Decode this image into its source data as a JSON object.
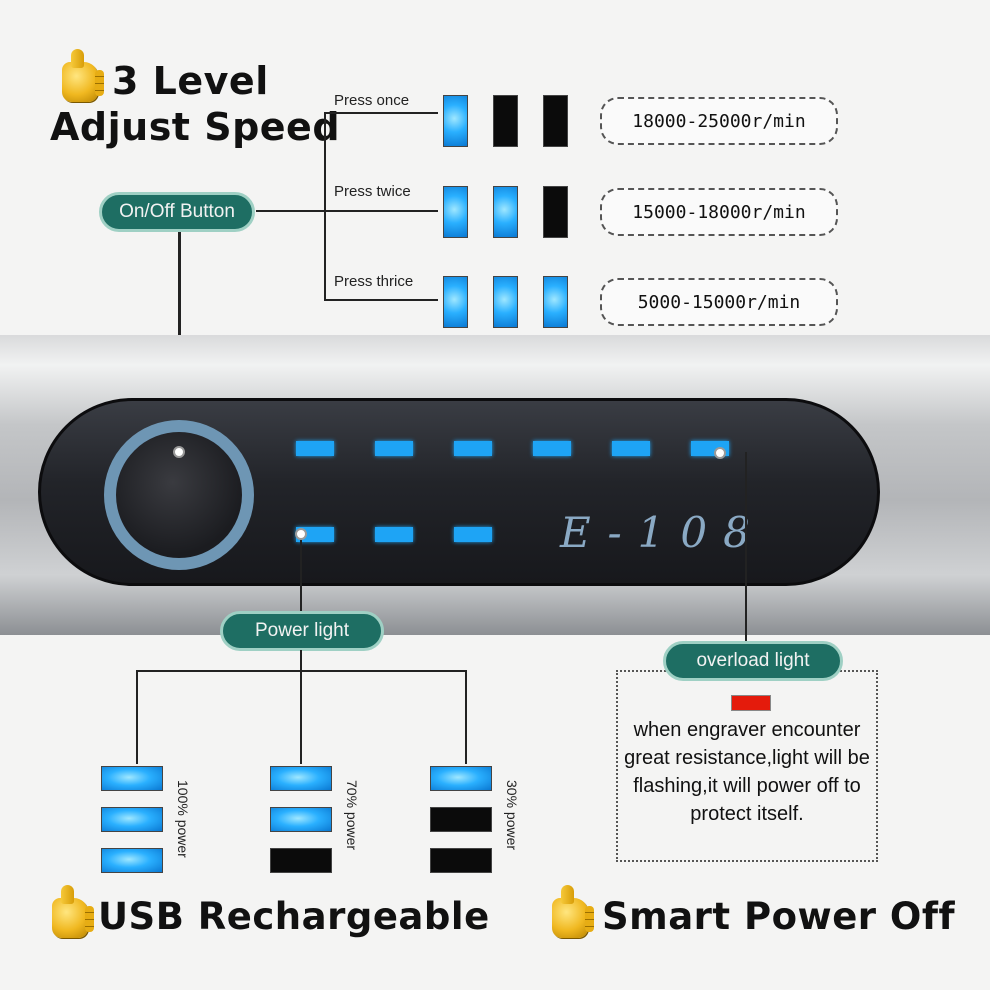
{
  "headings": {
    "adjust_speed_line1": "3 Level",
    "adjust_speed_line2": "Adjust Speed",
    "usb": "USB Rechargeable",
    "smart_power": "Smart Power Off"
  },
  "speed_levels": [
    {
      "press": "Press once",
      "indicators": [
        "on",
        "off",
        "off"
      ],
      "speed": "18000-25000r/min"
    },
    {
      "press": "Press twice",
      "indicators": [
        "on",
        "on",
        "off"
      ],
      "speed": "15000-18000r/min"
    },
    {
      "press": "Press thrice",
      "indicators": [
        "on",
        "on",
        "on"
      ],
      "speed": "5000-15000r/min"
    }
  ],
  "labels": {
    "onoff_button": "On/Off Button",
    "power_light": "Power light",
    "overload_light": "overload light"
  },
  "device": {
    "model": "E-108",
    "top_led_count": 6,
    "bottom_led_count": 3
  },
  "power_levels": [
    {
      "label": "100% power",
      "indicators": [
        "on",
        "on",
        "on"
      ]
    },
    {
      "label": "70% power",
      "indicators": [
        "on",
        "on",
        "off"
      ]
    },
    {
      "label": "30% power",
      "indicators": [
        "on",
        "off",
        "off"
      ]
    }
  ],
  "overload_description": "when engraver encounter great resistance,light will be flashing,it will power off to protect itself.",
  "colors": {
    "indicator_on": "#2ab0ff",
    "indicator_off": "#0b0b0b",
    "label_pill": "#1e6e63",
    "overload_led": "#e41b0c"
  }
}
